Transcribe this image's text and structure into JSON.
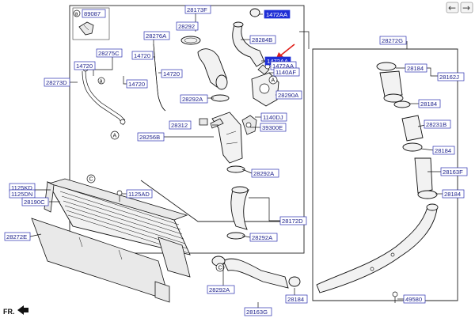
{
  "nav": {
    "prev_icon": "arrow-left-icon",
    "next_icon": "arrow-right-icon",
    "prev_glyph": "←",
    "next_glyph": "→"
  },
  "direction_label": "FR.",
  "callouts": {
    "a": "a",
    "A": "A",
    "C": "C"
  },
  "parts": {
    "p89087": "89087",
    "p28173F": "28173F",
    "p1472AA_top": "1472AA",
    "p28292": "28292",
    "p28276A": "28276A",
    "p28284B": "28284B",
    "p28275C": "28275C",
    "p14720_a": "14720",
    "p14720_b": "14720",
    "p14720_c": "14720",
    "p14720_d": "14720",
    "p1472AA_hl": "1472AA",
    "p1472AA_2": "1472AA",
    "p1140AF": "1140AF",
    "p28273D": "28273D",
    "p28292A_1": "28292A",
    "p28290A": "28290A",
    "p1140DJ": "1140DJ",
    "p28312": "28312",
    "p39300E": "39300E",
    "p28256B": "28256B",
    "p28292A_2": "28292A",
    "p28272G": "28272G",
    "p28184_1": "28184",
    "p28162J": "28162J",
    "p28184_2": "28184",
    "p28231B": "28231B",
    "p28184_3": "28184",
    "p28163F": "28163F",
    "p28184_4": "28184",
    "p1125KD": "1125KD",
    "p1125DN": "1125DN",
    "p28190C": "28190C",
    "p1125AD": "1125AD",
    "p28172D": "28172D",
    "p28292A_3": "28292A",
    "p28272E": "28272E",
    "p28292A_4": "28292A",
    "p28184_5": "28184",
    "p28163G": "28163G",
    "p49580": "49580"
  },
  "colors": {
    "label_text": "#1b1f8a",
    "label_border": "#2b2fb0",
    "highlight": "#1f2fd6",
    "pointer_arrow": "#e0201b"
  }
}
